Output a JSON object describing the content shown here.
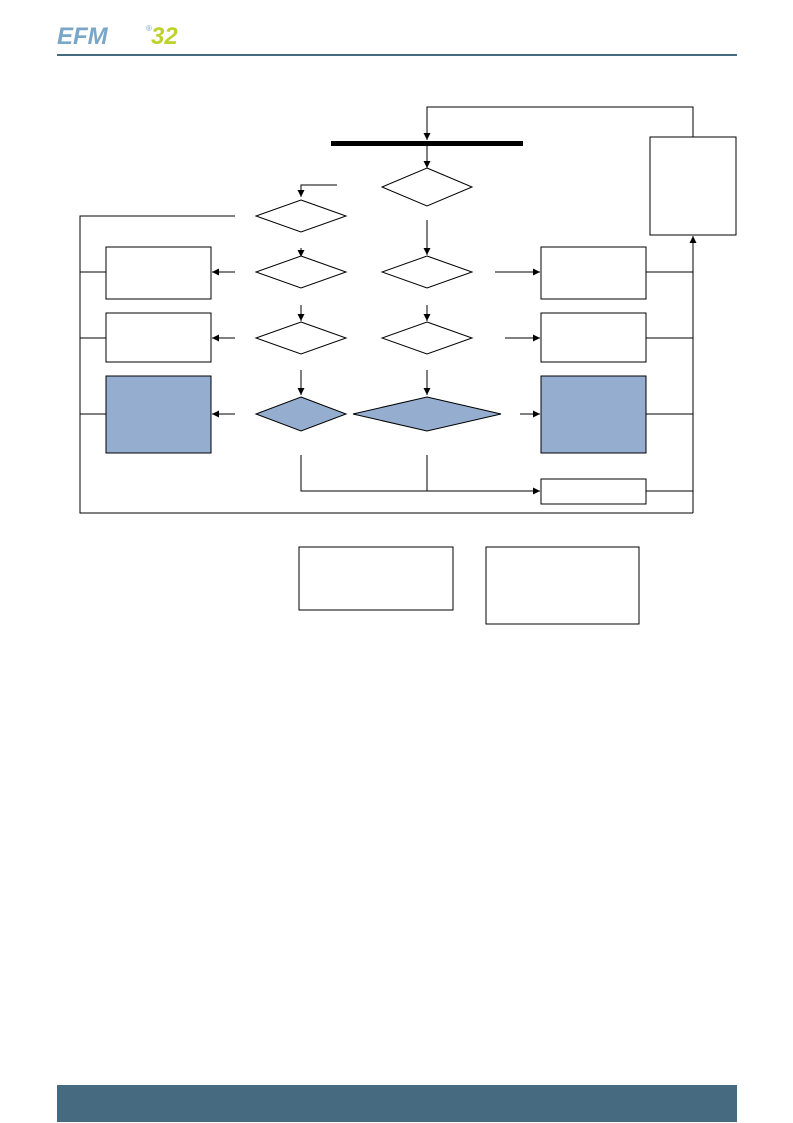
{
  "header": {
    "logo_text": "EFM",
    "logo_registered": "®",
    "logo_number": "32",
    "colors": {
      "logo_blue": "#7aa6c8",
      "logo_green": "#bfd12c",
      "rule": "#466a7f"
    }
  },
  "diagram": {
    "colors": {
      "stroke": "#000000",
      "highlight_fill": "#95aecf",
      "background": "#ffffff"
    },
    "nodes": [
      {
        "id": "sync-bar",
        "kind": "bar"
      },
      {
        "id": "decision-top",
        "kind": "decision"
      },
      {
        "id": "decision-left-1",
        "kind": "decision"
      },
      {
        "id": "decision-left-2",
        "kind": "decision"
      },
      {
        "id": "decision-left-3",
        "kind": "decision"
      },
      {
        "id": "decision-left-4",
        "kind": "decision",
        "highlighted": true
      },
      {
        "id": "decision-right-2",
        "kind": "decision"
      },
      {
        "id": "decision-right-3",
        "kind": "decision"
      },
      {
        "id": "decision-right-4",
        "kind": "decision",
        "highlighted": true
      },
      {
        "id": "box-left-1",
        "kind": "process"
      },
      {
        "id": "box-left-2",
        "kind": "process"
      },
      {
        "id": "box-left-3",
        "kind": "process",
        "highlighted": true
      },
      {
        "id": "box-right-1",
        "kind": "process"
      },
      {
        "id": "box-right-2",
        "kind": "process"
      },
      {
        "id": "box-right-3",
        "kind": "process",
        "highlighted": true
      },
      {
        "id": "box-right-4",
        "kind": "process"
      },
      {
        "id": "box-far-right",
        "kind": "process"
      },
      {
        "id": "legend-box-1",
        "kind": "legend"
      },
      {
        "id": "legend-box-2",
        "kind": "legend"
      }
    ]
  },
  "footer": {
    "color": "#466a7f"
  }
}
